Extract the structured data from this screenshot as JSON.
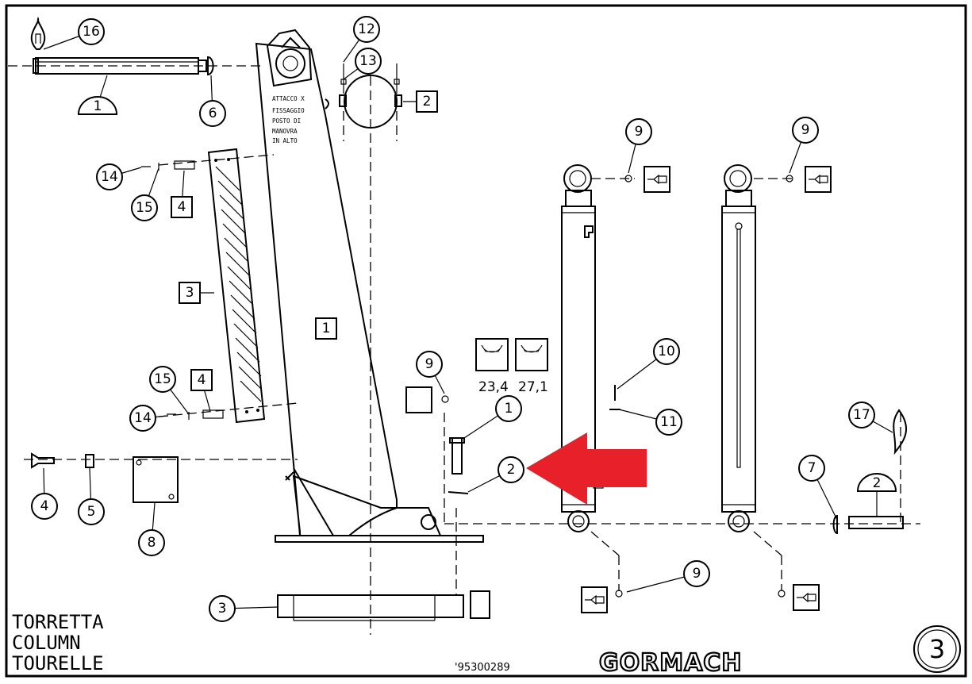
{
  "drawing": {
    "title_lines": [
      "TORRETTA",
      "COLUMN",
      "TOURELLE"
    ],
    "document_number": "'95300289",
    "brand_logo": "GORMACH",
    "sheet_number": "3",
    "column_note": [
      "ATTACCO X",
      "FISSAGGIO",
      "POSTO DI",
      "MANOVRA",
      "IN ALTO"
    ],
    "wrench_sizes": [
      "23,4",
      "27,1"
    ],
    "highlight_arrow_color": "#e8202a"
  },
  "callouts": [
    {
      "label": "16",
      "shape": "circle"
    },
    {
      "label": "1",
      "shape": "dome"
    },
    {
      "label": "6",
      "shape": "circle"
    },
    {
      "label": "12",
      "shape": "circle"
    },
    {
      "label": "13",
      "shape": "circle"
    },
    {
      "label": "2",
      "shape": "box"
    },
    {
      "label": "9",
      "shape": "circle"
    },
    {
      "label": "9",
      "shape": "circle"
    },
    {
      "label": "14",
      "shape": "circle"
    },
    {
      "label": "15",
      "shape": "circle"
    },
    {
      "label": "4",
      "shape": "box"
    },
    {
      "label": "3",
      "shape": "box"
    },
    {
      "label": "1",
      "shape": "box"
    },
    {
      "label": "15",
      "shape": "circle"
    },
    {
      "label": "4",
      "shape": "box"
    },
    {
      "label": "14",
      "shape": "circle"
    },
    {
      "label": "9",
      "shape": "circle"
    },
    {
      "label": "1",
      "shape": "circle"
    },
    {
      "label": "10",
      "shape": "circle"
    },
    {
      "label": "11",
      "shape": "circle"
    },
    {
      "label": "2",
      "shape": "circle"
    },
    {
      "label": "17",
      "shape": "circle"
    },
    {
      "label": "7",
      "shape": "circle"
    },
    {
      "label": "2",
      "shape": "dome"
    },
    {
      "label": "4",
      "shape": "circle"
    },
    {
      "label": "5",
      "shape": "circle"
    },
    {
      "label": "8",
      "shape": "circle"
    },
    {
      "label": "3",
      "shape": "circle"
    },
    {
      "label": "9",
      "shape": "circle"
    }
  ]
}
